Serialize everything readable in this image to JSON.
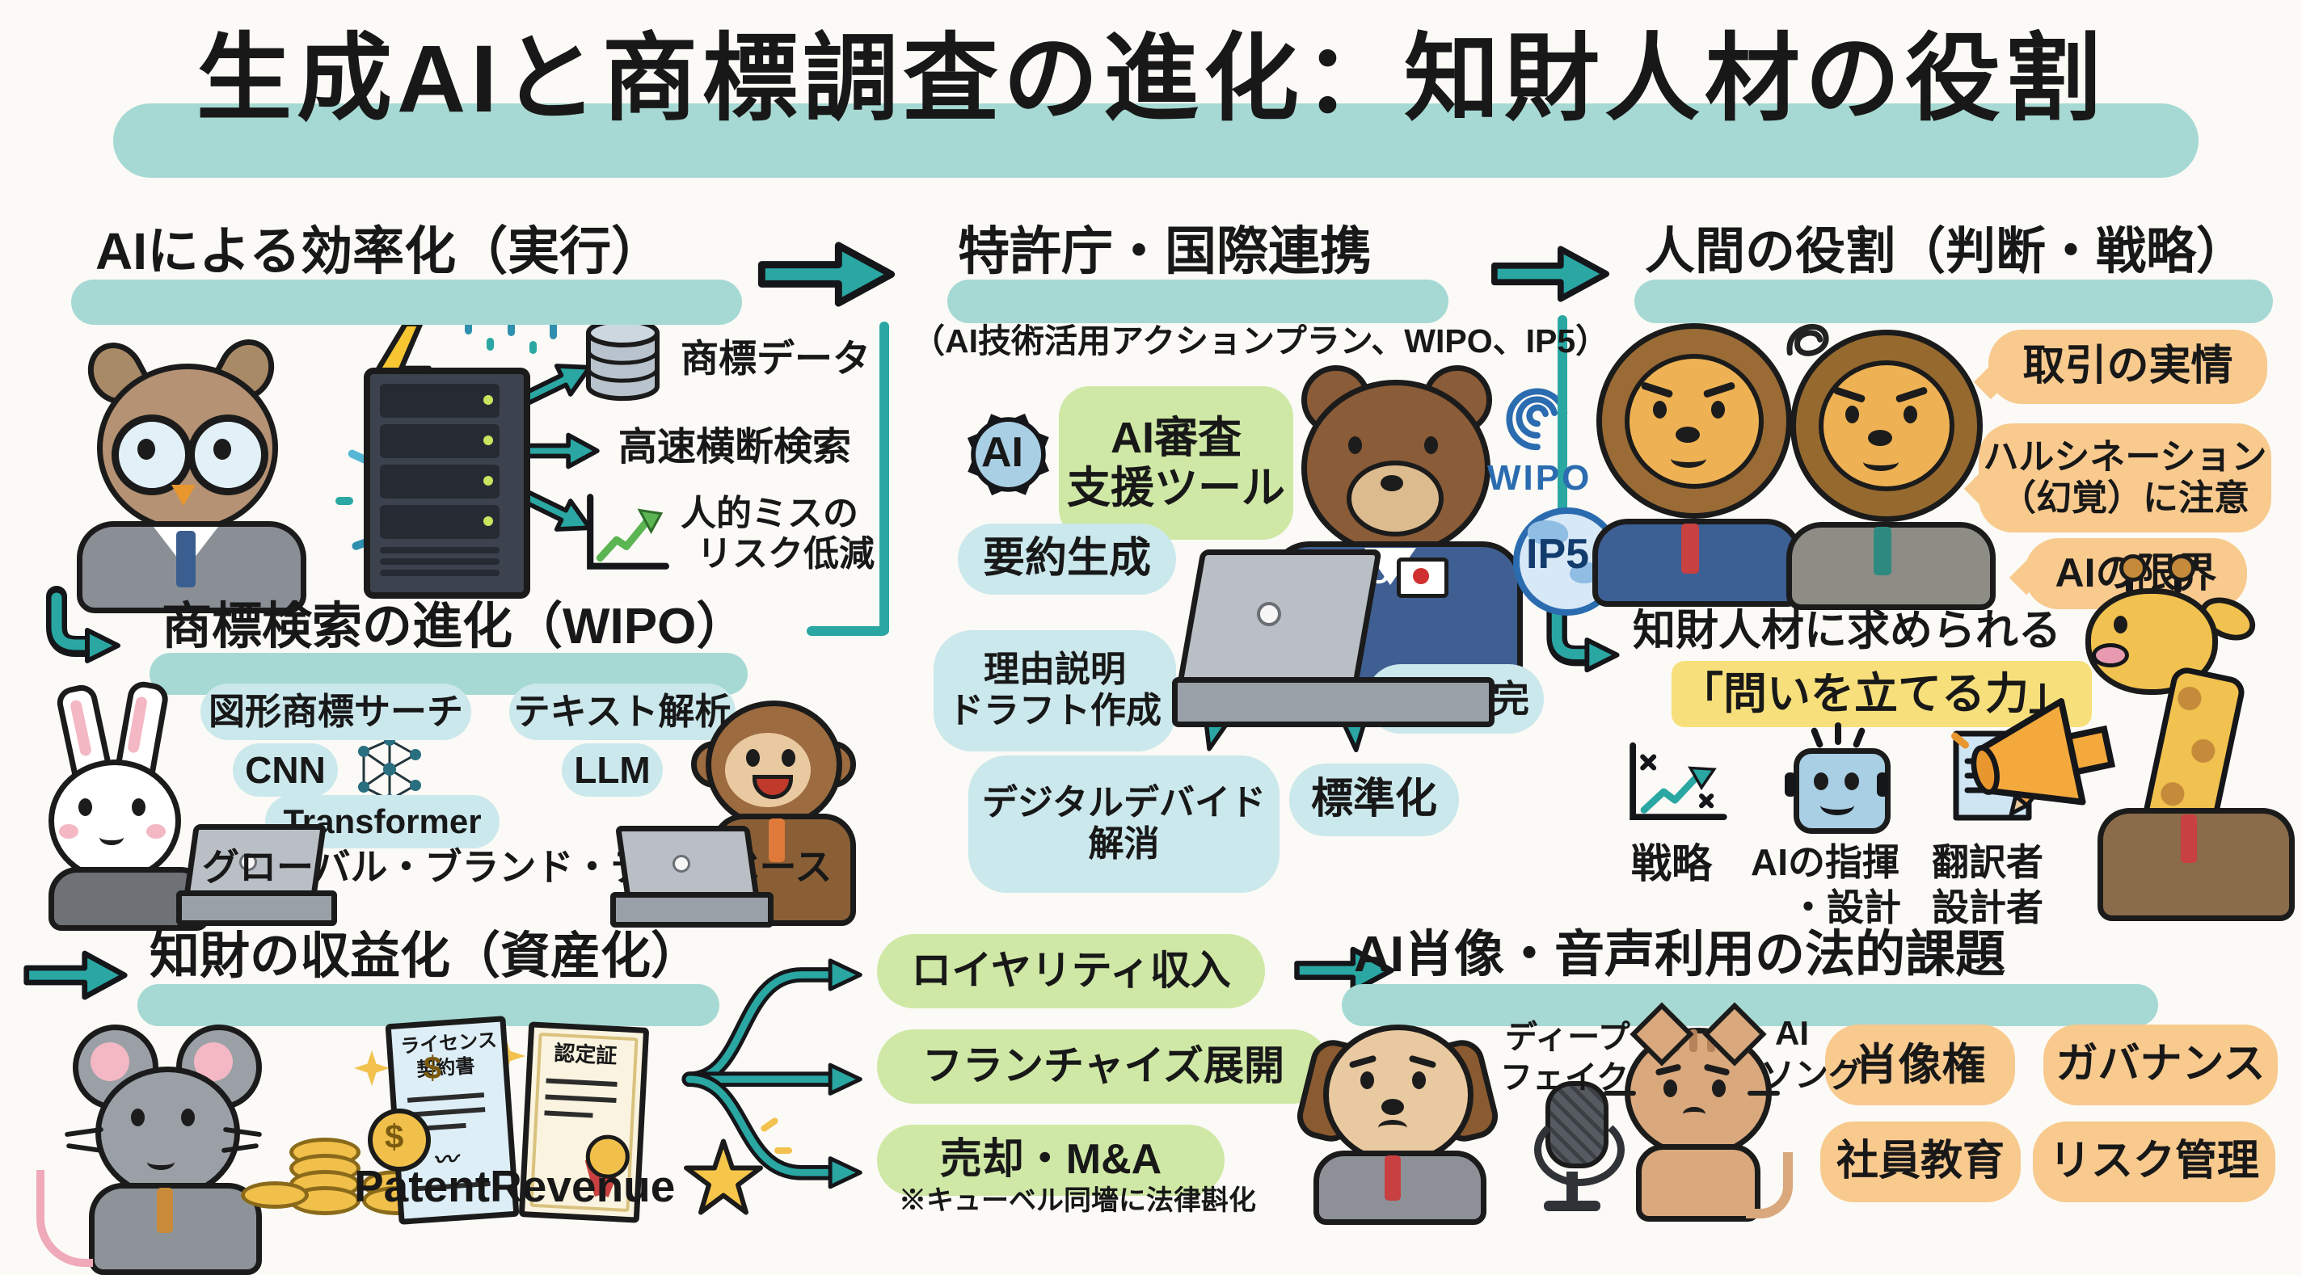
{
  "title": "生成AIと商標調査の進化：知財人材の役割",
  "colors": {
    "accent_teal": "#2aa7a3",
    "highlight_band": "#a6d9d3",
    "bubble_blue": "#cbe8ec",
    "bubble_green": "#cfe8a6",
    "bubble_orange": "#f8ca8e",
    "highlight_yellow": "#f7e07b"
  },
  "efficiency": {
    "header": "AIによる効率化（実行）",
    "item_trademark_data": "商標データ",
    "item_fast_search": "高速横断検索",
    "item_risk_line1": "人的ミスの",
    "item_risk_line2": "リスク低減"
  },
  "jpo": {
    "header": "特許庁・国際連携",
    "subtitle": "（AI技術活用アクションプラン、WIPO、IP5）",
    "gear_label": "AI",
    "speech_line1": "AI審査",
    "speech_line2": "支援ツール",
    "jpo_badge": "JPO",
    "wipo_label": "WIPO",
    "ip5_label": "IP5",
    "bubble_summary": "要約生成",
    "bubble_reason_line1": "理由説明",
    "bubble_reason_line2": "ドラフト作成",
    "bubble_supplement": "説明補完",
    "bubble_divide_line1": "デジタルデバイド",
    "bubble_divide_line2": "解消",
    "bubble_standard": "標準化"
  },
  "human": {
    "header": "人間の役割（判断・戦略）",
    "bubble_reality": "取引の実情",
    "bubble_hallucination_line1": "ハルシネーション",
    "bubble_hallucination_line2": "（幻覚）に注意",
    "bubble_limits": "AIの限界",
    "skills_intro": "知財人材に求められる",
    "skills_highlight": "「問いを立てる力」",
    "skill_strategy": "戦略",
    "skill_ai_line1": "AIの指揮",
    "skill_ai_line2": "・設計",
    "skill_translator_line1": "翻訳者",
    "skill_translator_line2": "設計者"
  },
  "search": {
    "header": "商標検索の進化（WIPO）",
    "bubble_image_search": "図形商標サーチ",
    "bubble_text_analysis": "テキスト解析",
    "bubble_cnn": "CNN",
    "bubble_transformer": "Transformer",
    "bubble_llm": "LLM",
    "caption": "グローバル・ブランド・データベース"
  },
  "monetize": {
    "header": "知財の収益化（資産化）",
    "doc_license_line1": "ライセンス",
    "doc_license_line2": "契約書",
    "doc_cert": "認定証",
    "brand": "PatentRevenue",
    "bubble_royalty": "ロイヤリティ収入",
    "bubble_franchise": "フランチャイズ展開",
    "bubble_ma": "売却・M&A",
    "footnote": "※キューベル同墻に法律斟化"
  },
  "legal": {
    "header": "AI肖像・音声利用の法的課題",
    "label_deepfake_line1": "ディープ",
    "label_deepfake_line2": "フェイク",
    "label_aisong_line1": "AI",
    "label_aisong_line2": "ソング",
    "bubble_portrait": "肖像権",
    "bubble_governance": "ガバナンス",
    "bubble_training": "社員教育",
    "bubble_risk": "リスク管理"
  }
}
